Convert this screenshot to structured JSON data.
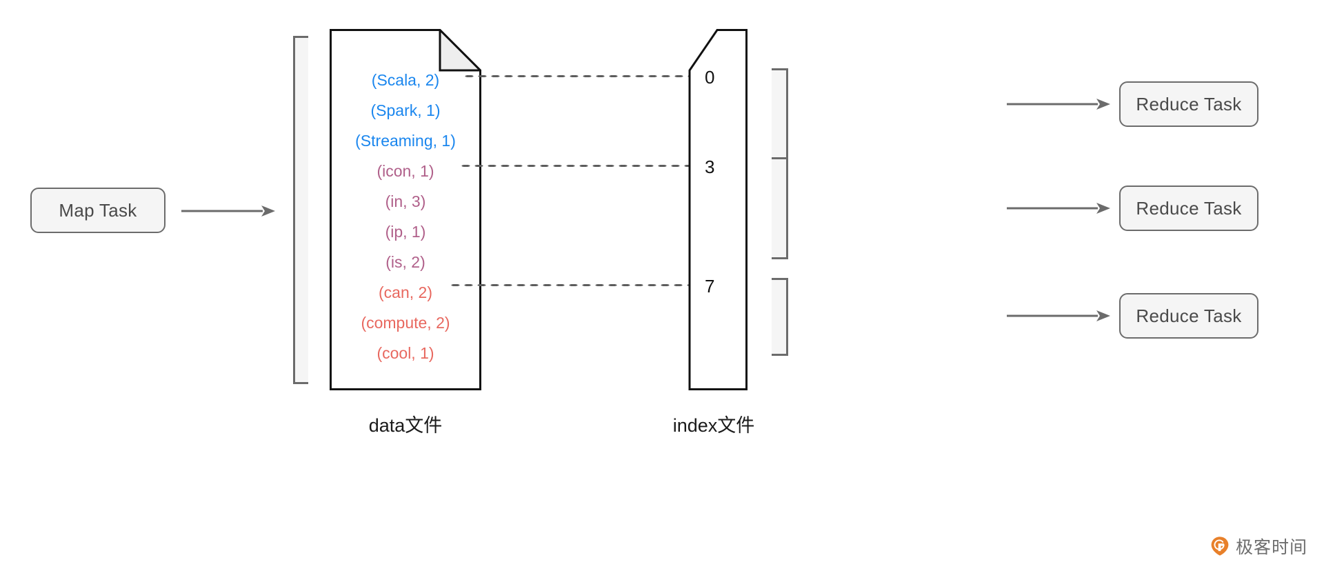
{
  "diagram": {
    "title": "Shuffle data file and index file layout",
    "colors": {
      "partition_blue": "#1a86ee",
      "partition_purple": "#b0608a",
      "partition_red": "#e8685f",
      "box_fill": "#f5f5f5",
      "box_border": "#6b6b6b",
      "ink": "#111111",
      "watermark_orange": "#e8802a"
    }
  },
  "map": {
    "label": "Map Task"
  },
  "reduce": {
    "tasks": [
      {
        "label": "Reduce Task"
      },
      {
        "label": "Reduce Task"
      },
      {
        "label": "Reduce Task"
      }
    ]
  },
  "data_file": {
    "caption": "data文件",
    "entries": [
      {
        "text": "(Scala,  2)",
        "key": "Scala",
        "value": 2,
        "partition": 0,
        "color": "#1a86ee"
      },
      {
        "text": "(Spark,  1)",
        "key": "Spark",
        "value": 1,
        "partition": 0,
        "color": "#1a86ee"
      },
      {
        "text": "(Streaming,  1)",
        "key": "Streaming",
        "value": 1,
        "partition": 0,
        "color": "#1a86ee"
      },
      {
        "text": "(icon,  1)",
        "key": "icon",
        "value": 1,
        "partition": 1,
        "color": "#b0608a"
      },
      {
        "text": "(in,  3)",
        "key": "in",
        "value": 3,
        "partition": 1,
        "color": "#b0608a"
      },
      {
        "text": "(ip,  1)",
        "key": "ip",
        "value": 1,
        "partition": 1,
        "color": "#b0608a"
      },
      {
        "text": "(is,  2)",
        "key": "is",
        "value": 2,
        "partition": 1,
        "color": "#b0608a"
      },
      {
        "text": "(can,  2)",
        "key": "can",
        "value": 2,
        "partition": 2,
        "color": "#e8685f"
      },
      {
        "text": "(compute,  2)",
        "key": "compute",
        "value": 2,
        "partition": 2,
        "color": "#e8685f"
      },
      {
        "text": "(cool,  1)",
        "key": "cool",
        "value": 1,
        "partition": 2,
        "color": "#e8685f"
      }
    ]
  },
  "index_file": {
    "caption": "index文件",
    "offsets": [
      {
        "value": "0"
      },
      {
        "value": "3"
      },
      {
        "value": "7"
      }
    ]
  },
  "watermark": {
    "text": "极客时间"
  }
}
